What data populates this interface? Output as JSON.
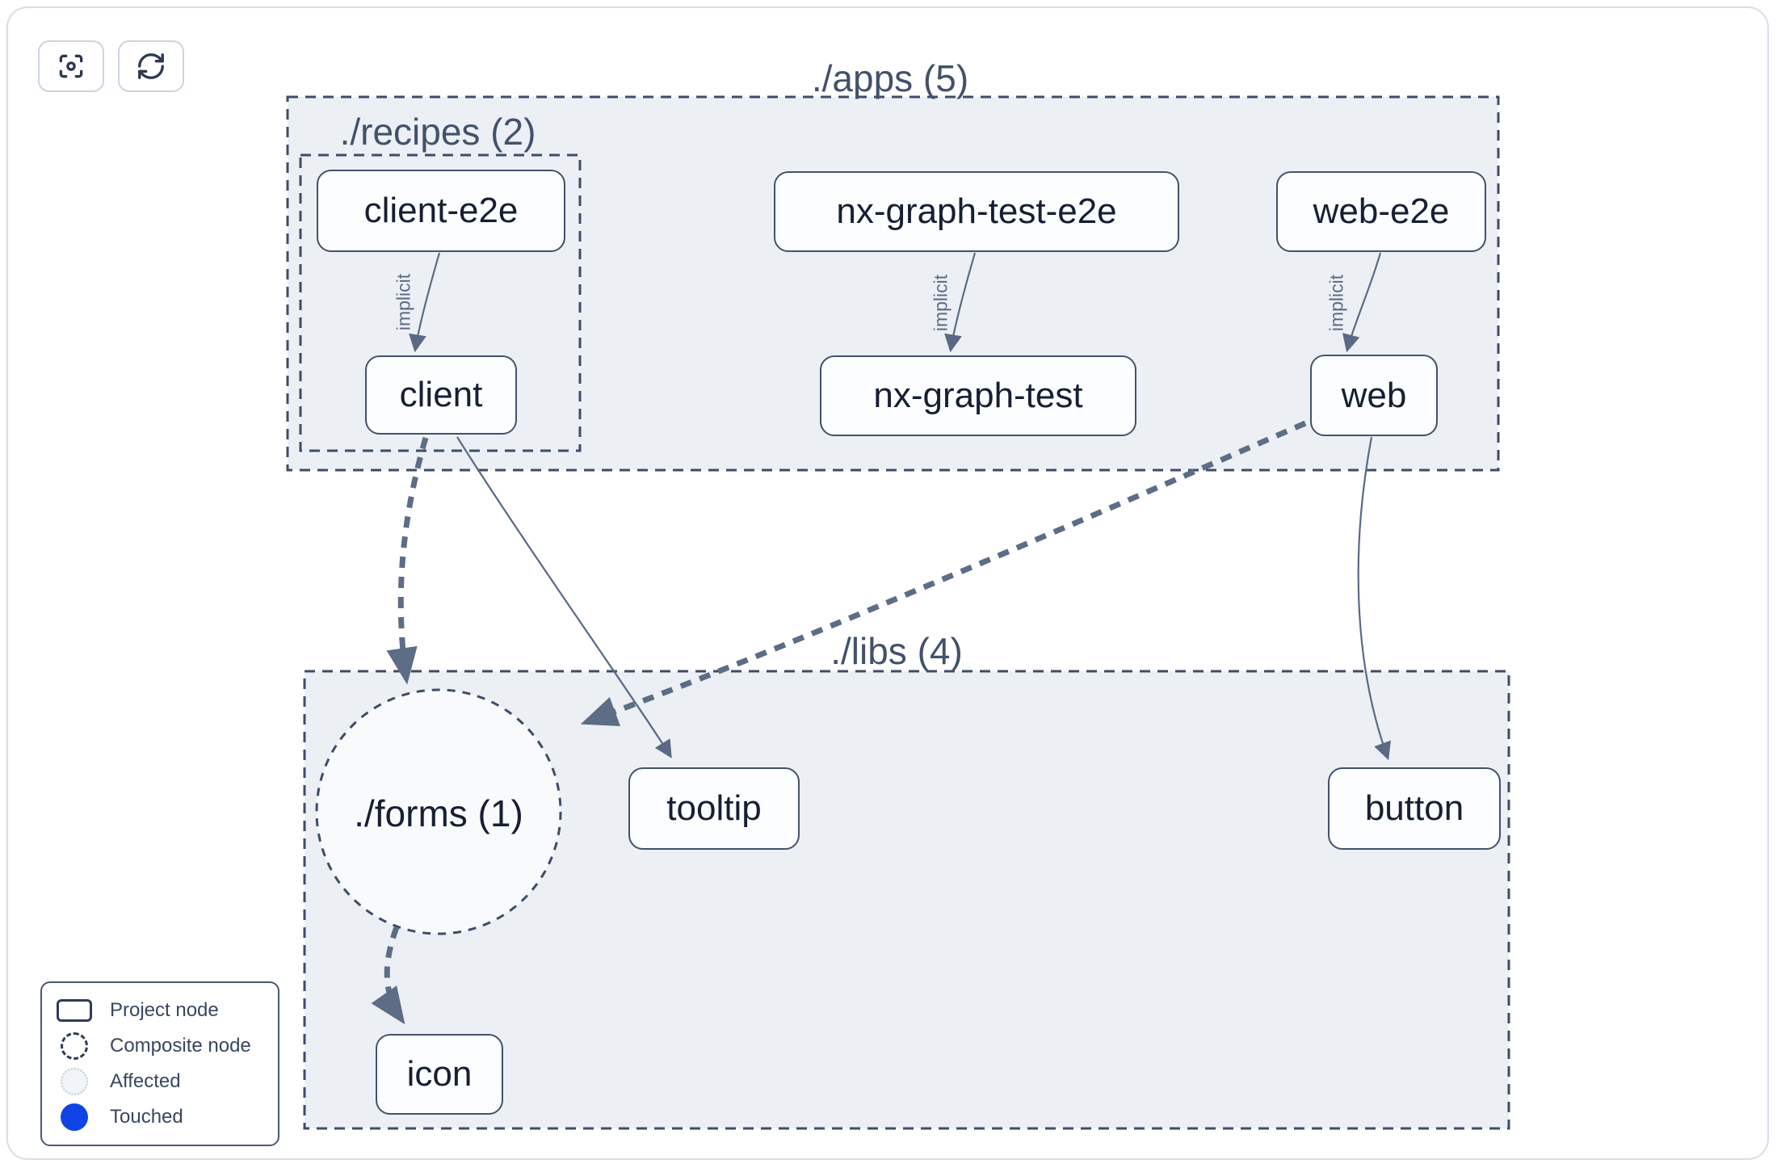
{
  "toolbar": {
    "buttons": [
      {
        "icon": "focus-icon"
      },
      {
        "icon": "refresh-icon"
      }
    ]
  },
  "groups": {
    "apps": {
      "label": "./apps (5)"
    },
    "recipes": {
      "label": "./recipes (2)"
    },
    "libs": {
      "label": "./libs (4)"
    },
    "forms": {
      "label": "./forms (1)"
    }
  },
  "nodes": [
    {
      "id": "client-e2e",
      "label": "client-e2e"
    },
    {
      "id": "nx-graph-test-e2e",
      "label": "nx-graph-test-e2e"
    },
    {
      "id": "web-e2e",
      "label": "web-e2e"
    },
    {
      "id": "client",
      "label": "client"
    },
    {
      "id": "nx-graph-test",
      "label": "nx-graph-test"
    },
    {
      "id": "web",
      "label": "web"
    },
    {
      "id": "tooltip",
      "label": "tooltip"
    },
    {
      "id": "button",
      "label": "button"
    },
    {
      "id": "icon",
      "label": "icon"
    }
  ],
  "edges": [
    {
      "from": "client-e2e",
      "to": "client",
      "style": "implicit",
      "label": "implicit"
    },
    {
      "from": "nx-graph-test-e2e",
      "to": "nx-graph-test",
      "style": "implicit",
      "label": "implicit"
    },
    {
      "from": "web-e2e",
      "to": "web",
      "style": "implicit",
      "label": "implicit"
    },
    {
      "from": "client",
      "to": "./forms",
      "style": "dashed-thick"
    },
    {
      "from": "client",
      "to": "tooltip",
      "style": "solid"
    },
    {
      "from": "web",
      "to": "./forms",
      "style": "dashed-thick"
    },
    {
      "from": "web",
      "to": "button",
      "style": "solid"
    },
    {
      "from": "./forms",
      "to": "icon",
      "style": "dashed-thick"
    }
  ],
  "legend": {
    "items": [
      {
        "swatch": "project-node",
        "label": "Project node"
      },
      {
        "swatch": "composite-node",
        "label": "Composite node"
      },
      {
        "swatch": "affected",
        "label": "Affected"
      },
      {
        "swatch": "touched",
        "label": "Touched"
      }
    ]
  },
  "colors": {
    "touched": "#1144e4",
    "group_fill": "#ecf0f5",
    "group_border": "#3e4d66",
    "node_fill": "#fbfdfe",
    "node_border": "#43526b",
    "edge": "#5a6a84",
    "card_border": "#d7dee9"
  }
}
